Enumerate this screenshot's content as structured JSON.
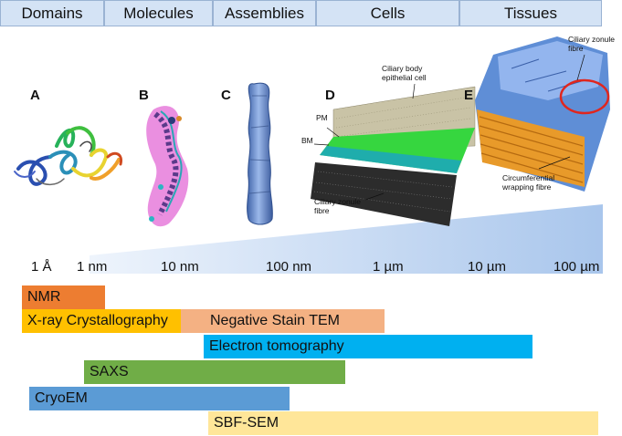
{
  "header": {
    "categories": [
      "Domains",
      "Molecules",
      "Assemblies",
      "Cells",
      "Tissues"
    ]
  },
  "panels": {
    "A": "A",
    "B": "B",
    "C": "C",
    "D": "D",
    "E": "E"
  },
  "annotations": {
    "ciliary_body_epithelial_cell": "Ciliary body epithelial cell",
    "pm": "PM",
    "bm": "BM",
    "ciliary_zonule_fibre_d": "Ciliary zonule fibre",
    "ciliary_zonule_fibre_e": "Ciliary zonule fibre",
    "circumferential_wrapping_fibre": "Circumferential wrapping fibre"
  },
  "scale_ticks": [
    "1 Å",
    "1 nm",
    "10 nm",
    "100 nm",
    "1 µm",
    "10 µm",
    "100 µm"
  ],
  "techniques": [
    {
      "name": "NMR",
      "color": "#ed7d31"
    },
    {
      "name": "X-ray Crystallography",
      "color": "#ffc000"
    },
    {
      "name": "Negative Stain TEM",
      "color": "#f4b183"
    },
    {
      "name": "Electron tomography",
      "color": "#00b0f0"
    },
    {
      "name": "SAXS",
      "color": "#70ad47"
    },
    {
      "name": "CryoEM",
      "color": "#5b9bd5"
    },
    {
      "name": "SBF-SEM",
      "color": "#ffe699"
    }
  ]
}
